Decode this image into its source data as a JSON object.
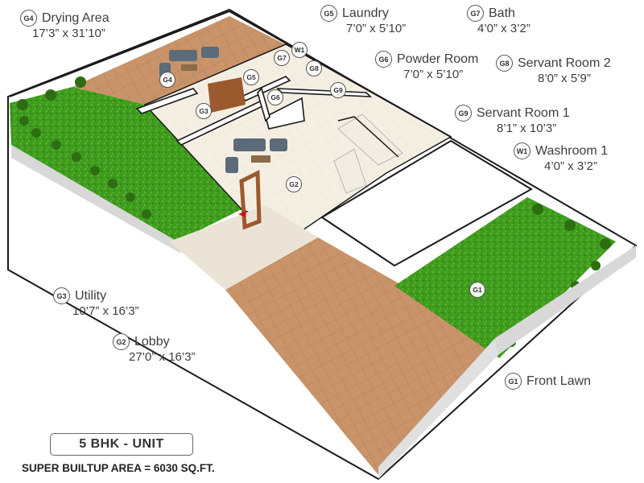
{
  "legend": [
    {
      "code": "G4",
      "name": "Drying Area",
      "dims": "17’3” x 31’10”"
    },
    {
      "code": "G5",
      "name": "Laundry",
      "dims": "7’0” x 5’10”"
    },
    {
      "code": "G7",
      "name": "Bath",
      "dims": "4’0” x 3’2”"
    },
    {
      "code": "G6",
      "name": "Powder Room",
      "dims": "7’0” x 5’10”"
    },
    {
      "code": "G8",
      "name": "Servant Room 2",
      "dims": "8’0” x 5’9”"
    },
    {
      "code": "G9",
      "name": "Servant Room 1",
      "dims": "8’1” x 10’3”"
    },
    {
      "code": "W1",
      "name": "Washroom 1",
      "dims": "4’0” x 3’2”"
    },
    {
      "code": "G3",
      "name": "Utility",
      "dims": "10’7” x 16’3”"
    },
    {
      "code": "G2",
      "name": "Lobby",
      "dims": "27’0” x 16’3”"
    },
    {
      "code": "G1",
      "name": "Front Lawn",
      "dims": ""
    }
  ],
  "map_markers": [
    "G4",
    "G3",
    "G2",
    "G5",
    "G6",
    "G7",
    "W1",
    "G8",
    "G9",
    "G1"
  ],
  "unit_title": "5 BHK - UNIT",
  "area_text": "SUPER BUILTUP AREA = 6030 SQ.FT.",
  "colors": {
    "lawn": "#3f9b1e",
    "deck": "#c9946a",
    "floor": "#f3ecdf",
    "wall": "#ffffff",
    "wall_outline": "#1a1a1a"
  }
}
